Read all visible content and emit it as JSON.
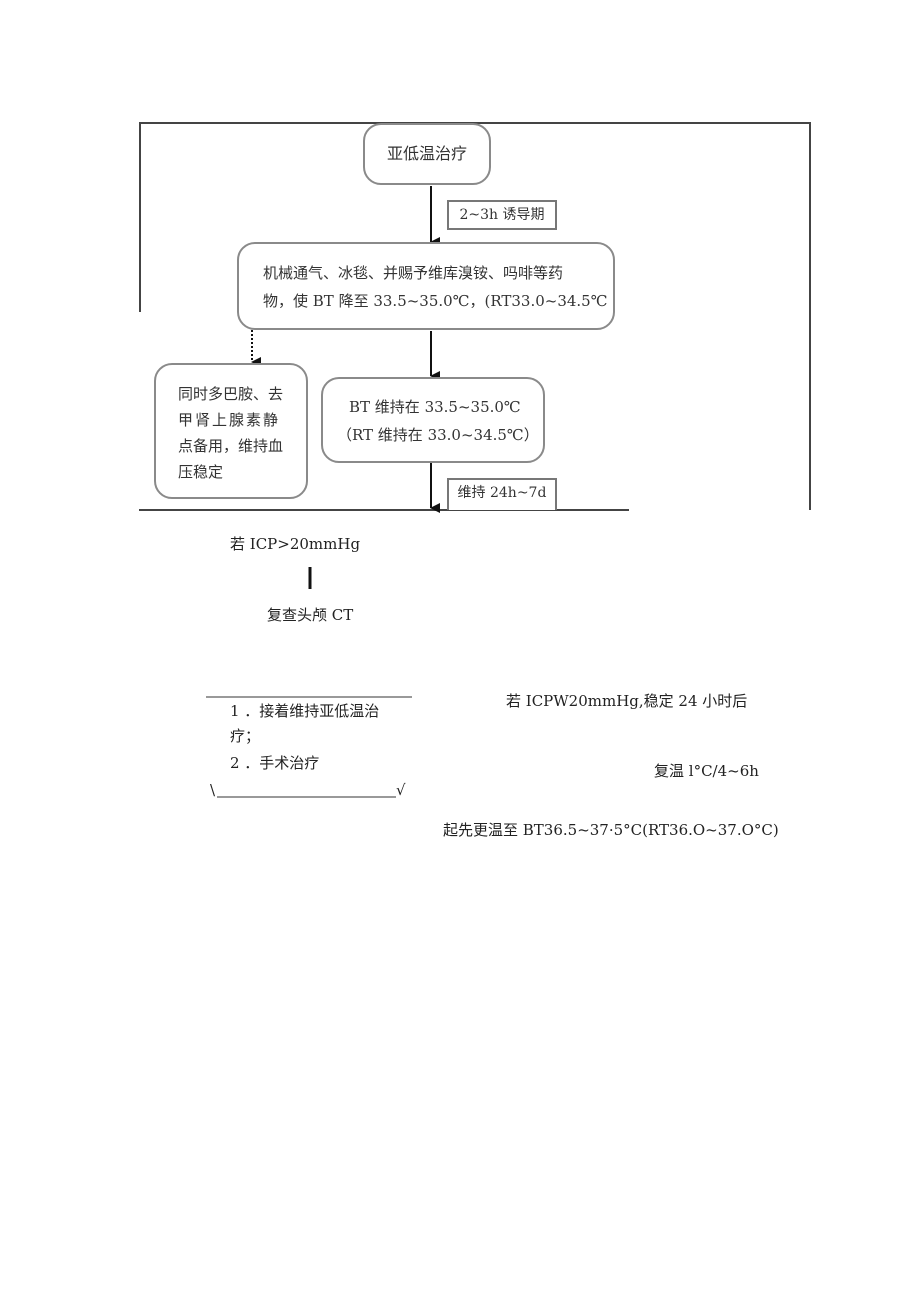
{
  "flowchart": {
    "start": "亚低温治疗",
    "induction_label": "2~3h 诱导期",
    "induction_box": {
      "line1": "机械通气、冰毯、并赐予维库溴铵、吗啡等药",
      "line2": "物，使 BT 降至 33.5~35.0℃，(RT33.0~34.5℃"
    },
    "side_box": {
      "line1": "同时多巴胺、去",
      "line2": "甲肾上腺素静",
      "line3": "点备用，维持血",
      "line4": "压稳定"
    },
    "maintain_box": {
      "line1": "BT 维持在 33.5~35.0℃",
      "line2": "（RT 维持在 33.0~34.5℃）"
    },
    "maintain_label": "维持 24h~7d"
  },
  "lower": {
    "icp_high": "若 ICP>20mmHg",
    "recheck_ct": "复查头颅 CT",
    "option1_a": "1 ．接着维持亚低温治",
    "option1_b": "疗；",
    "option2": "2 ．手术治疗",
    "bottom_marks_left": "\\",
    "bottom_marks_right": "√",
    "icp_stable": "若 ICPW20mmHg,稳定 24 小时后",
    "rewarm": "复温  l°C/4~6h",
    "rewarm_target": "起先更温至 BT36.5~37·5°C(RT36.O~37.O°C)"
  }
}
